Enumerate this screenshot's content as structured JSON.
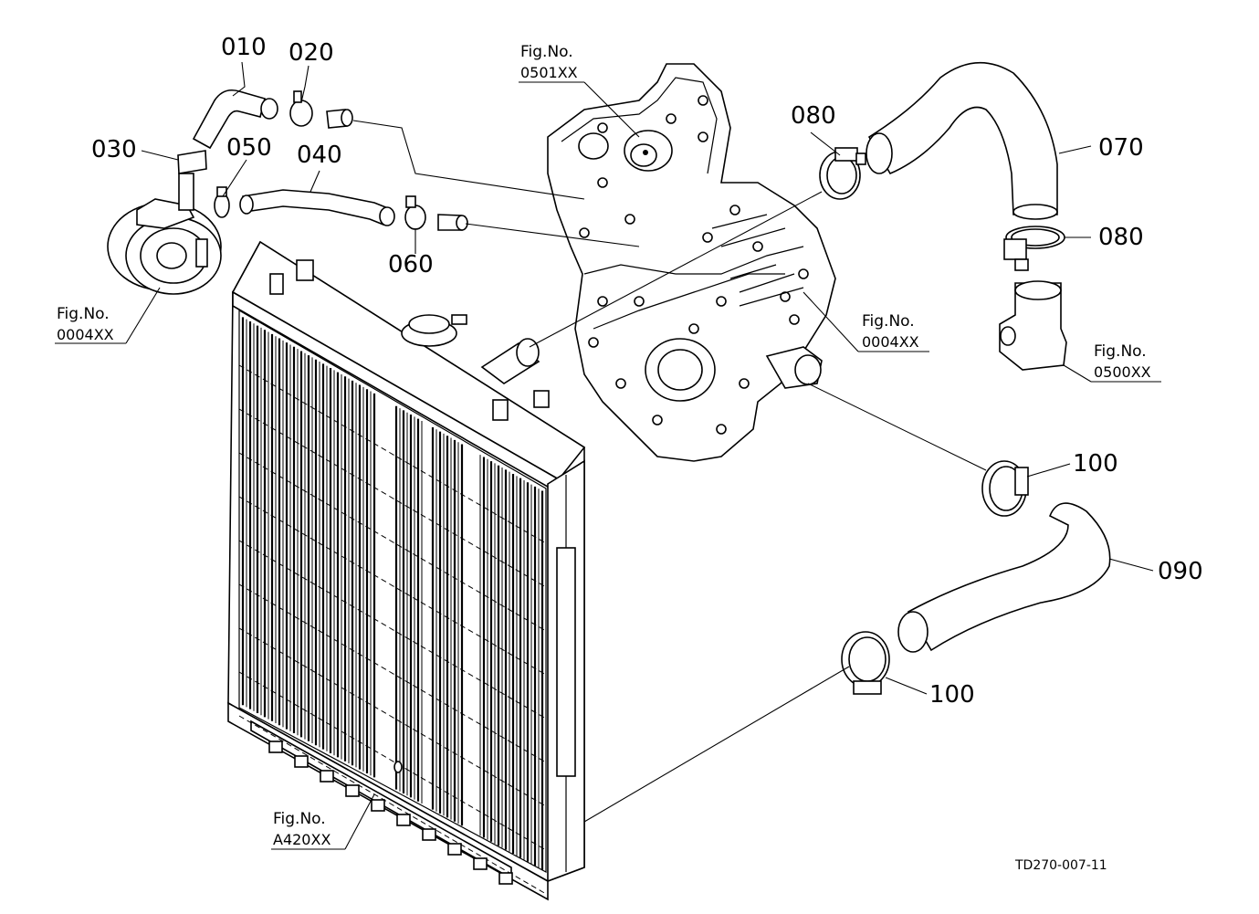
{
  "parts": {
    "p010": "010",
    "p020": "020",
    "p030": "030",
    "p040": "040",
    "p050": "050",
    "p060": "060",
    "p070": "070",
    "p080a": "080",
    "p080b": "080",
    "p090": "090",
    "p100a": "100",
    "p100b": "100"
  },
  "figure_refs": {
    "oil_cooler": {
      "label": "Fig.No.",
      "code": "0004XX"
    },
    "gear_case_top": {
      "label": "Fig.No.",
      "code": "0501XX"
    },
    "gear_case": {
      "label": "Fig.No.",
      "code": "0004XX"
    },
    "thermostat": {
      "label": "Fig.No.",
      "code": "0500XX"
    },
    "radiator": {
      "label": "Fig.No.",
      "code": "A420XX"
    }
  },
  "drawing_id": "TD270-007-11"
}
